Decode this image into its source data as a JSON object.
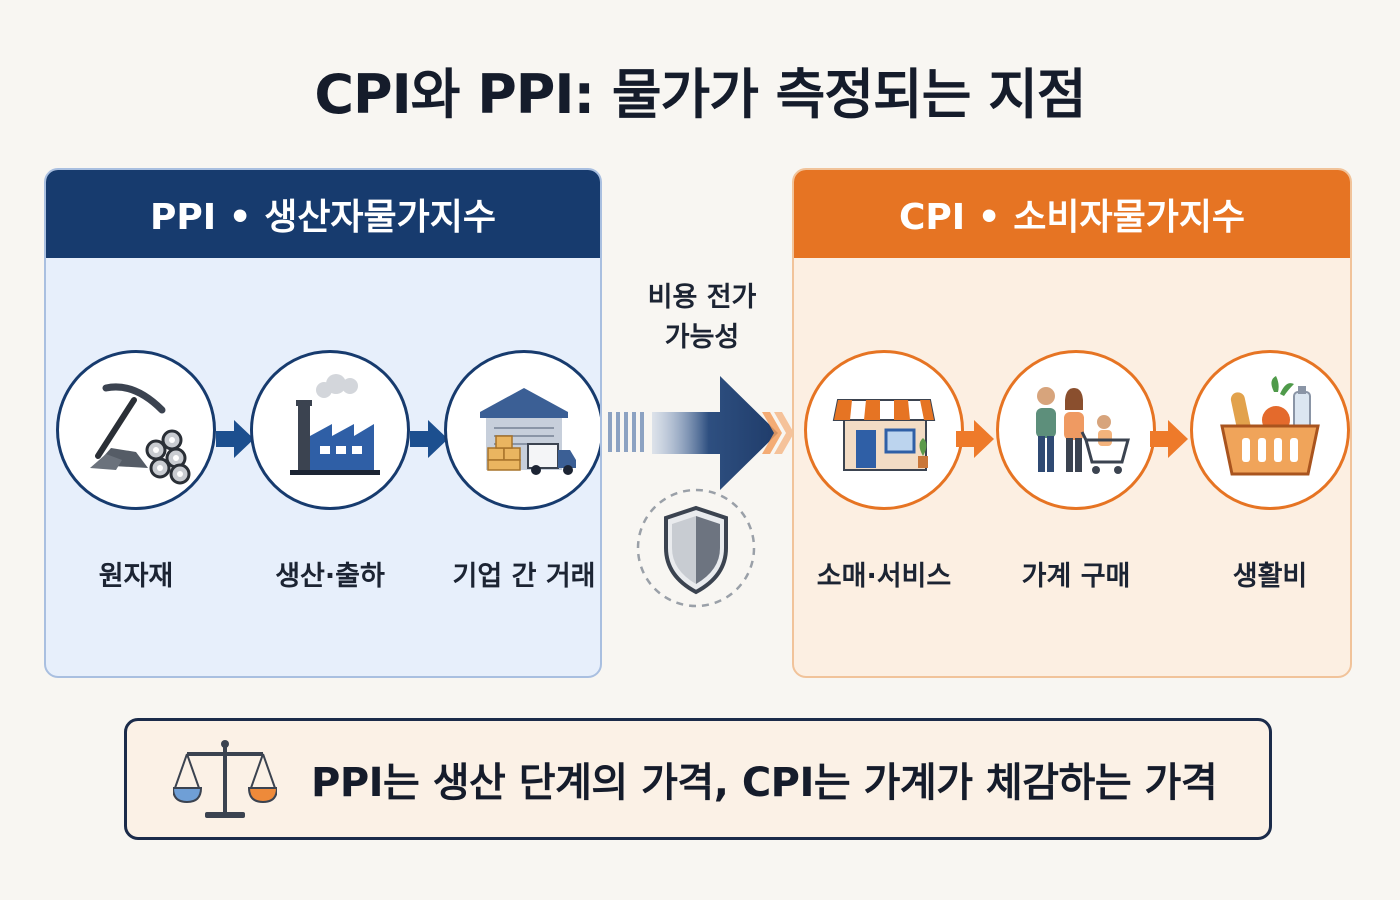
{
  "title": "CPI와 PPI: 물가가 측정되는 지점",
  "ppi": {
    "header": "PPI • 생산자물가지수",
    "accent": "#173b6e",
    "steps": [
      {
        "label": "원자재",
        "icon": "pickaxe-materials-icon"
      },
      {
        "label": "생산·출하",
        "icon": "factory-icon"
      },
      {
        "label": "기업 간 거래",
        "icon": "warehouse-truck-icon"
      }
    ]
  },
  "middle": {
    "label_line1": "비용 전가",
    "label_line2": "가능성",
    "icon": "shield-icon"
  },
  "cpi": {
    "header": "CPI • 소비자물가지수",
    "accent": "#e67423",
    "steps": [
      {
        "label": "소매·서비스",
        "icon": "storefront-icon"
      },
      {
        "label": "가계 구매",
        "icon": "family-shopping-icon"
      },
      {
        "label": "생활비",
        "icon": "grocery-basket-icon"
      }
    ]
  },
  "summary": {
    "text": "PPI는 생산 단계의 가격, CPI는 가계가 체감하는 가격",
    "icon": "balance-scale-icon"
  }
}
